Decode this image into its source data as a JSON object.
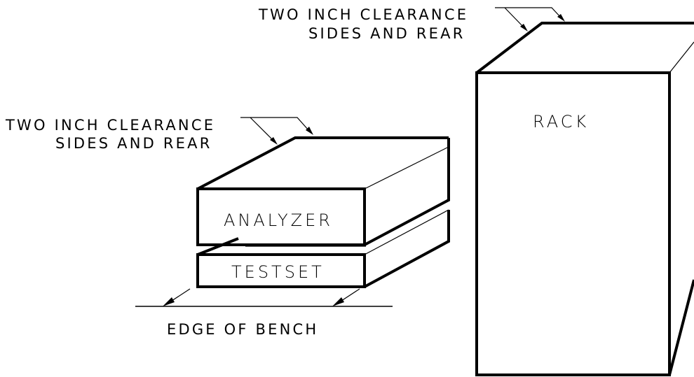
{
  "diagram": {
    "rack_clearance": {
      "line1": "TWO INCH CLEARANCE",
      "line2": "SIDES AND REAR"
    },
    "analyzer_clearance": {
      "line1": "TWO INCH CLEARANCE",
      "line2": "SIDES AND REAR"
    },
    "rack_label": "RACK",
    "analyzer_label": "ANALYZER",
    "testset_label": "TESTSET",
    "bench_label": "EDGE OF BENCH"
  }
}
